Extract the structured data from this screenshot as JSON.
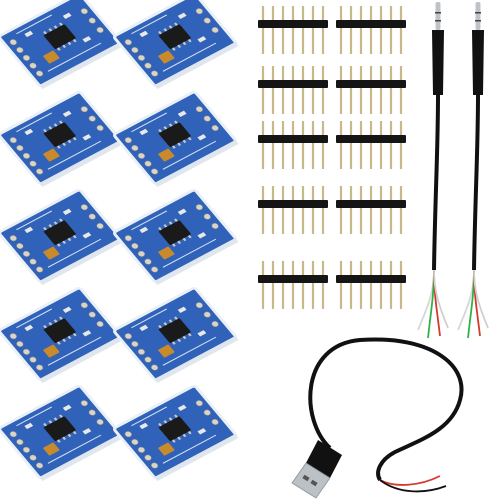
{
  "scene": {
    "description_visible_text": "",
    "board": {
      "count": 10,
      "pcb_color": "#2f62b8",
      "pcb_edge_color": "#eaf0f7",
      "chip_color": "#1a1a1a",
      "cap_color": "#c98a2c",
      "pin_color": "#d9d4c6"
    },
    "pin_header": {
      "rows": 5,
      "cols": 2,
      "pins_per_header": 7,
      "plastic_color": "#151515",
      "pin_color": "#c9b98a"
    },
    "audio_cable": {
      "count": 2,
      "jack_color": "#bfc3c7",
      "body_color": "#111111",
      "wire_colors": [
        "#d7d7d7",
        "#2db34a",
        "#d33a2c",
        "#cfcfcf"
      ]
    },
    "usb_cable": {
      "count": 1,
      "cable_color": "#111111",
      "connector_color": "#bcc1c6",
      "wire_colors": [
        "#d33a2c",
        "#111111"
      ]
    }
  }
}
